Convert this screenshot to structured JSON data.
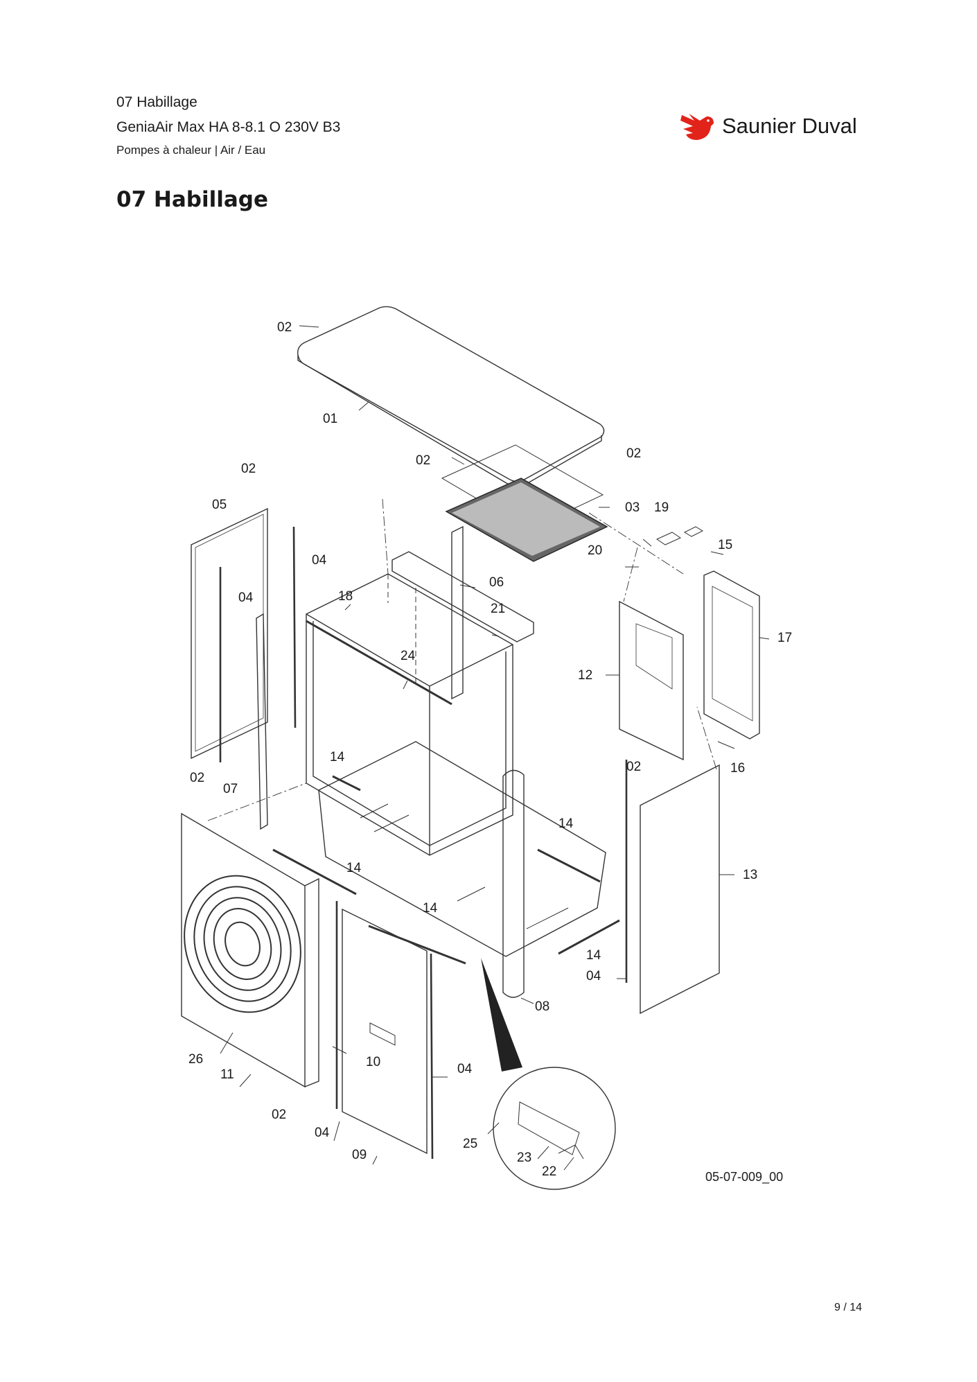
{
  "header": {
    "section": "07 Habillage",
    "product": "GeniaAir Max HA 8-8.1 O 230V B3",
    "category": "Pompes à chaleur | Air / Eau"
  },
  "brand": {
    "name": "Saunier Duval",
    "color": "#e2231a"
  },
  "page_title": "07 Habillage",
  "drawing_ref": "05-07-009_00",
  "pager": "9 / 14",
  "callouts": [
    "02",
    "01",
    "02",
    "02",
    "03",
    "19",
    "15",
    "20",
    "02",
    "05",
    "04",
    "04",
    "06",
    "18",
    "21",
    "24",
    "17",
    "12",
    "14",
    "02",
    "07",
    "02",
    "16",
    "14",
    "14",
    "13",
    "14",
    "14",
    "04",
    "08",
    "26",
    "10",
    "04",
    "11",
    "02",
    "04",
    "09",
    "25",
    "23",
    "22"
  ]
}
